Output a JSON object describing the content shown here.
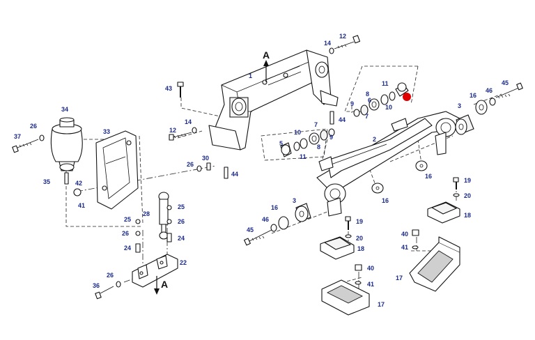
{
  "diagram": {
    "section_marker": "A",
    "highlight_color": "#e00000",
    "label_color": "#1a2a8a",
    "labels": [
      {
        "id": "l-1",
        "text": "1"
      },
      {
        "id": "l-2",
        "text": "2"
      },
      {
        "id": "l-3a",
        "text": "3"
      },
      {
        "id": "l-3b",
        "text": "3"
      },
      {
        "id": "l-5",
        "text": "5"
      },
      {
        "id": "l-6",
        "text": "6"
      },
      {
        "id": "l-7a",
        "text": "7"
      },
      {
        "id": "l-7b",
        "text": "7"
      },
      {
        "id": "l-8a",
        "text": "8"
      },
      {
        "id": "l-8b",
        "text": "8"
      },
      {
        "id": "l-9a",
        "text": "9"
      },
      {
        "id": "l-9b",
        "text": "9"
      },
      {
        "id": "l-10a",
        "text": "10"
      },
      {
        "id": "l-10b",
        "text": "10"
      },
      {
        "id": "l-11a",
        "text": "11"
      },
      {
        "id": "l-11b",
        "text": "11"
      },
      {
        "id": "l-12a",
        "text": "12"
      },
      {
        "id": "l-12b",
        "text": "12"
      },
      {
        "id": "l-14a",
        "text": "14"
      },
      {
        "id": "l-14b",
        "text": "14"
      },
      {
        "id": "l-16a",
        "text": "16"
      },
      {
        "id": "l-16b",
        "text": "16"
      },
      {
        "id": "l-16c",
        "text": "16"
      },
      {
        "id": "l-16d",
        "text": "16"
      },
      {
        "id": "l-17a",
        "text": "17"
      },
      {
        "id": "l-17b",
        "text": "17"
      },
      {
        "id": "l-18a",
        "text": "18"
      },
      {
        "id": "l-18b",
        "text": "18"
      },
      {
        "id": "l-19a",
        "text": "19"
      },
      {
        "id": "l-19b",
        "text": "19"
      },
      {
        "id": "l-20a",
        "text": "20"
      },
      {
        "id": "l-20b",
        "text": "20"
      },
      {
        "id": "l-22",
        "text": "22"
      },
      {
        "id": "l-24a",
        "text": "24"
      },
      {
        "id": "l-24b",
        "text": "24"
      },
      {
        "id": "l-25a",
        "text": "25"
      },
      {
        "id": "l-25b",
        "text": "25"
      },
      {
        "id": "l-26a",
        "text": "26"
      },
      {
        "id": "l-26b",
        "text": "26"
      },
      {
        "id": "l-26c",
        "text": "26"
      },
      {
        "id": "l-26d",
        "text": "26"
      },
      {
        "id": "l-26e",
        "text": "26"
      },
      {
        "id": "l-28",
        "text": "28"
      },
      {
        "id": "l-30",
        "text": "30"
      },
      {
        "id": "l-33",
        "text": "33"
      },
      {
        "id": "l-34",
        "text": "34"
      },
      {
        "id": "l-35",
        "text": "35"
      },
      {
        "id": "l-36",
        "text": "36"
      },
      {
        "id": "l-37",
        "text": "37"
      },
      {
        "id": "l-40a",
        "text": "40"
      },
      {
        "id": "l-40b",
        "text": "40"
      },
      {
        "id": "l-41a",
        "text": "41"
      },
      {
        "id": "l-41b",
        "text": "41"
      },
      {
        "id": "l-41c",
        "text": "41"
      },
      {
        "id": "l-42",
        "text": "42"
      },
      {
        "id": "l-43",
        "text": "43"
      },
      {
        "id": "l-44a",
        "text": "44"
      },
      {
        "id": "l-44b",
        "text": "44"
      },
      {
        "id": "l-45a",
        "text": "45"
      },
      {
        "id": "l-45b",
        "text": "45"
      },
      {
        "id": "l-46a",
        "text": "46"
      },
      {
        "id": "l-46b",
        "text": "46"
      }
    ]
  }
}
